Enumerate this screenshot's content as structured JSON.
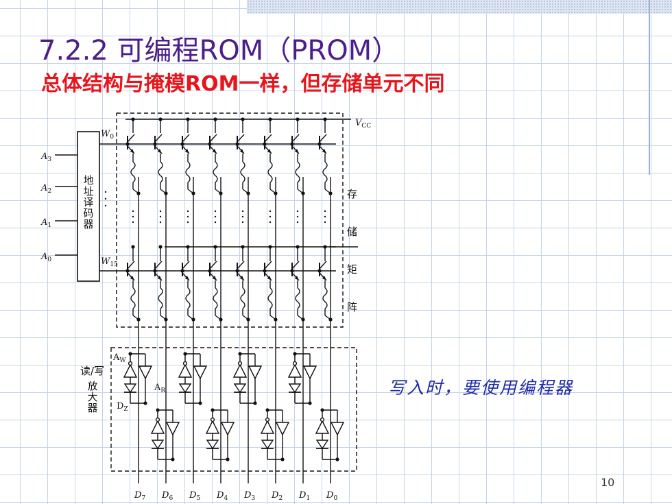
{
  "slide": {
    "title": "7.2.2 可编程ROM（PROM）",
    "subtitle": "总体结构与掩模ROM一样，但存储单元不同",
    "note": "写入时，要使用编程器",
    "page_number": "10"
  },
  "diagram": {
    "address_inputs": [
      "A3",
      "A2",
      "A1",
      "A0"
    ],
    "decoder_label": [
      "地",
      "址",
      "译",
      "码",
      "器"
    ],
    "word_lines": [
      "W0",
      "W15"
    ],
    "supply_label": "VCC",
    "storage_matrix_label": [
      "存",
      "储",
      "矩",
      "阵"
    ],
    "amp_label": "读/写",
    "amp_label_2": [
      "放",
      "大",
      "器"
    ],
    "amp_parts": [
      "AW",
      "AR",
      "DZ"
    ],
    "data_outputs": [
      "D7",
      "D6",
      "D5",
      "D4",
      "D3",
      "D2",
      "D1",
      "D0"
    ]
  },
  "colors": {
    "title": "#4b1e8c",
    "subtitle": "#e8141b",
    "note": "#1e2aa5",
    "grid": "#c4d3e8"
  }
}
